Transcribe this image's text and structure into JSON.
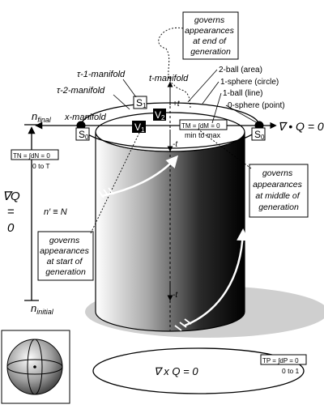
{
  "labels": {
    "tau1": "τ-1-manifold",
    "tau2": "τ-2-manifold",
    "tmanifold": "t-manifold",
    "xmanifold": "x-manifold",
    "ball2": "2-ball (area)",
    "sphere1": "1-sphere (circle)",
    "ball1": "1-ball (line)",
    "sphere0": "0-sphere (point)",
    "plus_t": "+t",
    "minus_t": "-t",
    "minus_t2": "-t",
    "n_final": "n",
    "n_final_sub": "final",
    "n_initial": "n",
    "n_initial_sub": "initial",
    "n_prime": "n′ ≡ N",
    "nabla_q": "∇Q",
    "nabla_eq": "=",
    "nabla_zero": "0",
    "div_q": "∇ • Q = 0",
    "curl_q": "∇ x Q = 0",
    "s1": "S",
    "s1_sub": "1",
    "s0_left": "S",
    "s0_left_sub": "0",
    "s0_right": "S",
    "s0_right_sub": "0",
    "v1": "V",
    "v1_sub": "1",
    "v2": "V",
    "v2_sub": "2"
  },
  "formulas": {
    "tm": "TM = ∫dM = 0",
    "tm_range": "min to max",
    "tn": "TN = ∫dN = 0",
    "tn_range": "0 to T",
    "tp": "TP = ∫dP = 0",
    "tp_range": "0 to 1"
  },
  "callouts": {
    "end": [
      "governs",
      "appearances",
      "at end of",
      "generation"
    ],
    "middle": [
      "governs",
      "appearances",
      "at middle of",
      "generation"
    ],
    "start": [
      "governs",
      "appearances",
      "at start of",
      "generation"
    ]
  }
}
